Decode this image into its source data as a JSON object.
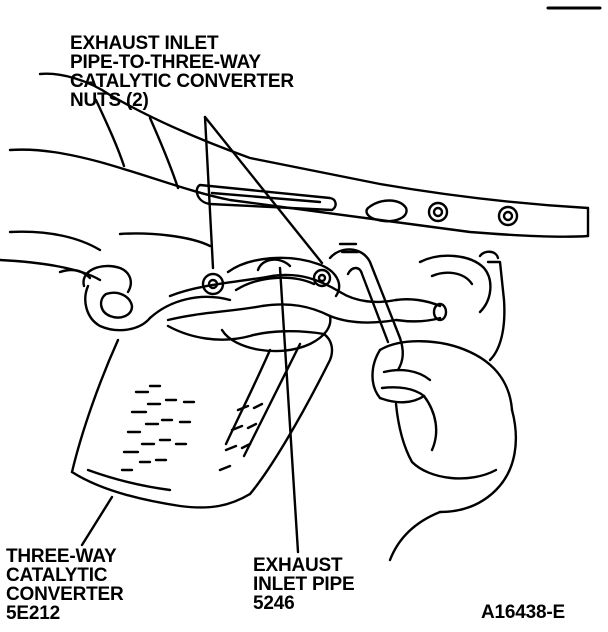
{
  "callouts": {
    "nuts": {
      "lines": [
        "EXHAUST INLET",
        "PIPE-TO-THREE-WAY",
        "CATALYTIC CONVERTER",
        "NUTS (2)"
      ]
    },
    "converter": {
      "lines": [
        "THREE-WAY",
        "CATALYTIC",
        "CONVERTER",
        "5E212"
      ]
    },
    "pipe": {
      "lines": [
        "EXHAUST",
        "INLET PIPE",
        "5246"
      ]
    }
  },
  "figure_id": "A16438-E",
  "colors": {
    "ink": "#000000",
    "paper": "#ffffff"
  }
}
